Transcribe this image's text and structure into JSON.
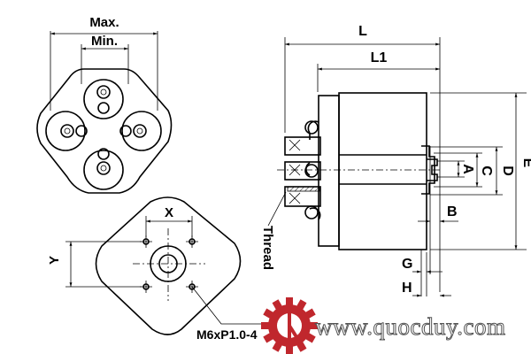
{
  "top_view": {
    "max_label": "Max.",
    "min_label": "Min."
  },
  "mounting_view": {
    "x_label": "X",
    "y_label": "Y",
    "thread_spec": "M6xP1.0-4"
  },
  "side_view": {
    "l_label": "L",
    "l1_label": "L1",
    "e_label": "E",
    "d_label": "D",
    "c_label": "C",
    "a_label": "A",
    "b_label": "B",
    "g_label": "G",
    "h_label": "H",
    "thread_label": "Thread"
  },
  "watermark": {
    "url": "www.quocduy.com",
    "logo_color": "#c0272d"
  }
}
